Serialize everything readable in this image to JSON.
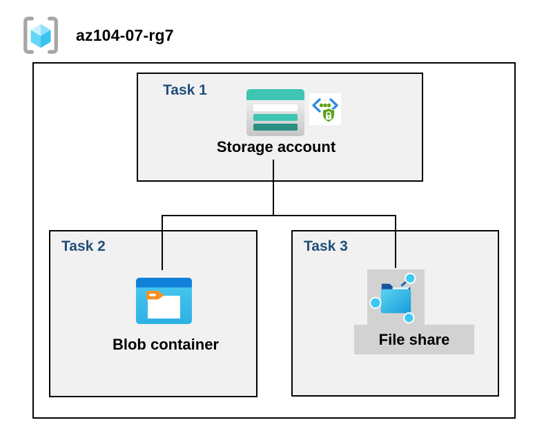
{
  "header": {
    "resource_group_name": "az104-07-rg7",
    "icon": "resource-group-icon"
  },
  "diagram": {
    "tasks": [
      {
        "label": "Task 1",
        "item": "Storage account",
        "icons": [
          "storage-account-icon",
          "shared-access-signature-icon"
        ]
      },
      {
        "label": "Task 2",
        "item": "Blob container",
        "icons": [
          "blob-container-icon"
        ]
      },
      {
        "label": "Task 3",
        "item": "File share",
        "icons": [
          "file-share-icon"
        ]
      }
    ],
    "connections": [
      {
        "from": "Storage account",
        "to": "Blob container"
      },
      {
        "from": "Storage account",
        "to": "File share"
      }
    ]
  },
  "colors": {
    "task_label": "#1f4e79",
    "task_box_fill": "#f1f1f1",
    "border": "#000000",
    "highlight_block": "#d2d2d2",
    "storage_teal": "#3ec6b3",
    "storage_teal_dark": "#2a8e81",
    "blob_header_blue": "#1180d8",
    "blob_body_cyan": "#3bc0ec",
    "folder_tab_orange": "#f59125",
    "fileshare_blue": "#1464ab",
    "node_cyan": "#3fc9f2",
    "sas_green": "#5ba41c",
    "sas_bracket_blue": "#2f8ce0",
    "rg_bracket_gray": "#a6a6a6",
    "rg_cube_cyan": "#3ac3f0"
  }
}
